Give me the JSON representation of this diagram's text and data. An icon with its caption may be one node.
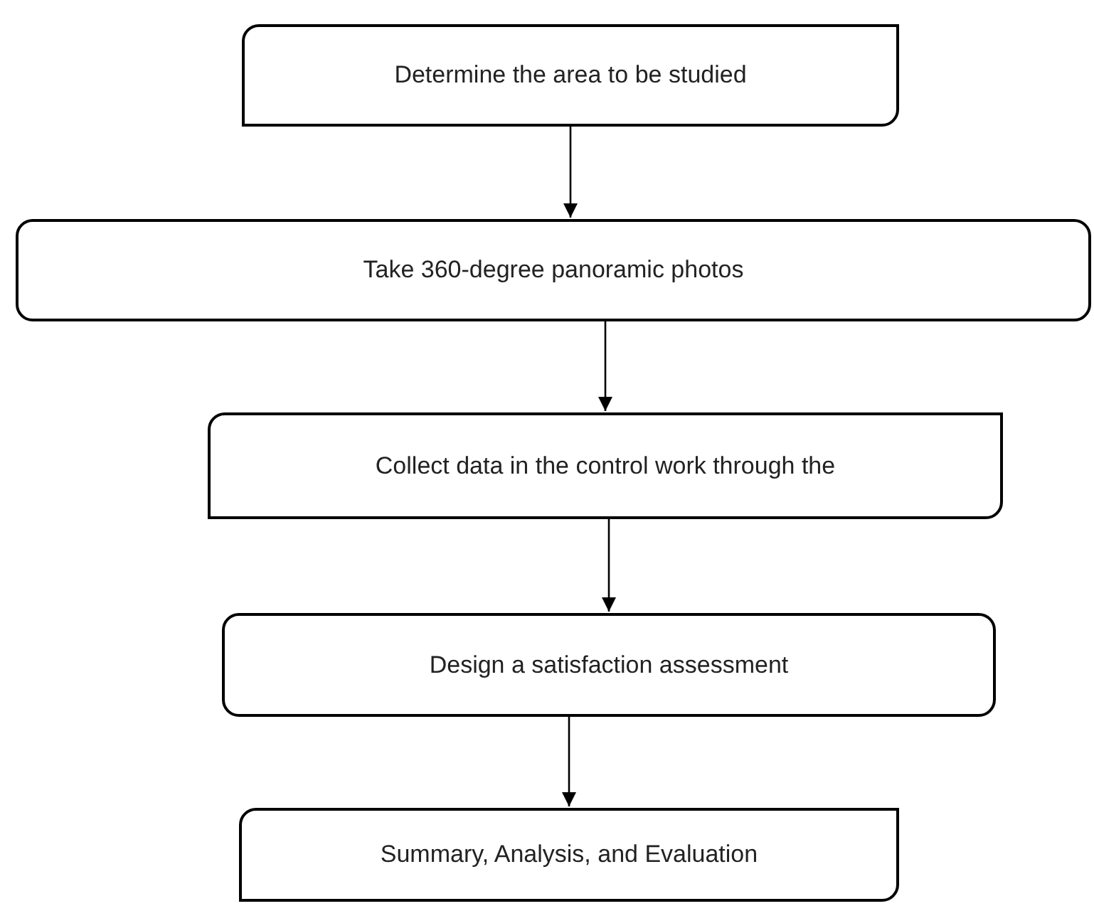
{
  "diagram": {
    "nodes": [
      {
        "text": [
          "Determine the area to be studied"
        ]
      },
      {
        "text": [
          "Take 360-degree panoramic photos"
        ]
      },
      {
        "text": [
          "Collect data in the control work through the"
        ]
      },
      {
        "text": [
          "Design a satisfaction assessment"
        ]
      },
      {
        "text": [
          "Summary, Analysis, and Evaluation"
        ]
      }
    ],
    "edges": [
      {
        "from": 0,
        "to": 1,
        "arrow": "to"
      },
      {
        "from": 1,
        "to": 2,
        "arrow": "to"
      },
      {
        "from": 2,
        "to": 3,
        "arrow": "to"
      },
      {
        "from": 3,
        "to": 4,
        "arrow": "to"
      }
    ]
  }
}
